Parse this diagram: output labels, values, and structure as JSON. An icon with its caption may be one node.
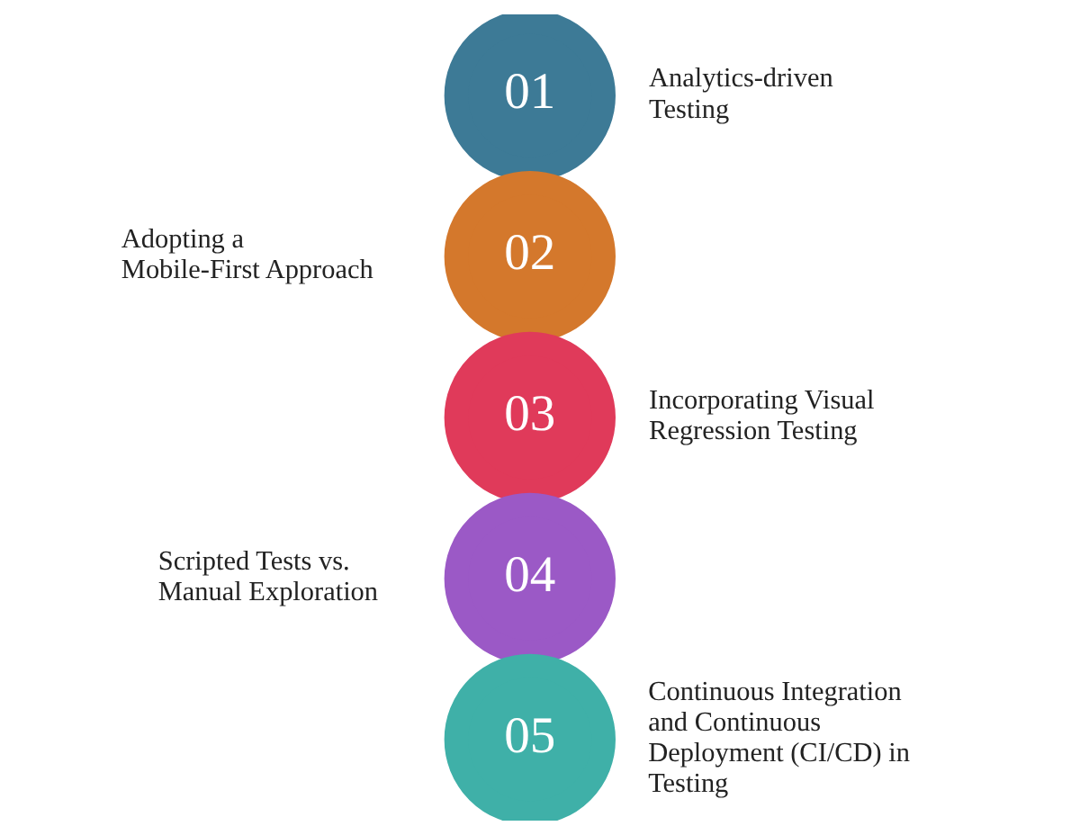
{
  "diagram": {
    "nodes": [
      {
        "text": [
          "01"
        ],
        "beside": [
          "Analytics-driven Testing"
        ]
      },
      {
        "text": [
          "02"
        ],
        "beside": [
          "Adopting a Mobile-First Approach"
        ]
      },
      {
        "text": [
          "03"
        ],
        "beside": [
          "Incorporating Visual Regression Testing"
        ]
      },
      {
        "text": [
          "04"
        ],
        "beside": [
          "Scripted Tests vs. Manual Exploration"
        ]
      },
      {
        "text": [
          "05"
        ],
        "beside": [
          "Continuous Integration and Continuous Deployment (CI/CD) in Testing"
        ]
      }
    ]
  }
}
